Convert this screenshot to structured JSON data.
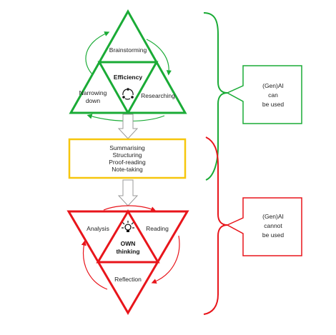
{
  "colors": {
    "green": "#1aab36",
    "yellow": "#f6c60d",
    "red": "#e8151b",
    "text": "#222222",
    "arrow": "#b3b3b3"
  },
  "top_triangle": {
    "top": "Brainstorming",
    "left_line1": "Narrowing",
    "left_line2": "down",
    "right": "Researching",
    "center": "Efficiency",
    "center_icon": "cycle-arrows-icon"
  },
  "middle_box": {
    "line1": "Summarising",
    "line2": "Structuring",
    "line3": "Proof-reading",
    "line4": "Note-taking"
  },
  "bottom_triangle": {
    "left": "Analysis",
    "right": "Reading",
    "bottom": "Reflection",
    "center_line1": "OWN",
    "center_line2": "thinking",
    "center_icon": "lightbulb-icon"
  },
  "green_box": {
    "line1": "(Gen)AI",
    "line2": "can",
    "line3": "be used"
  },
  "red_box": {
    "line1": "(Gen)AI",
    "line2": "cannot",
    "line3": "be used"
  }
}
